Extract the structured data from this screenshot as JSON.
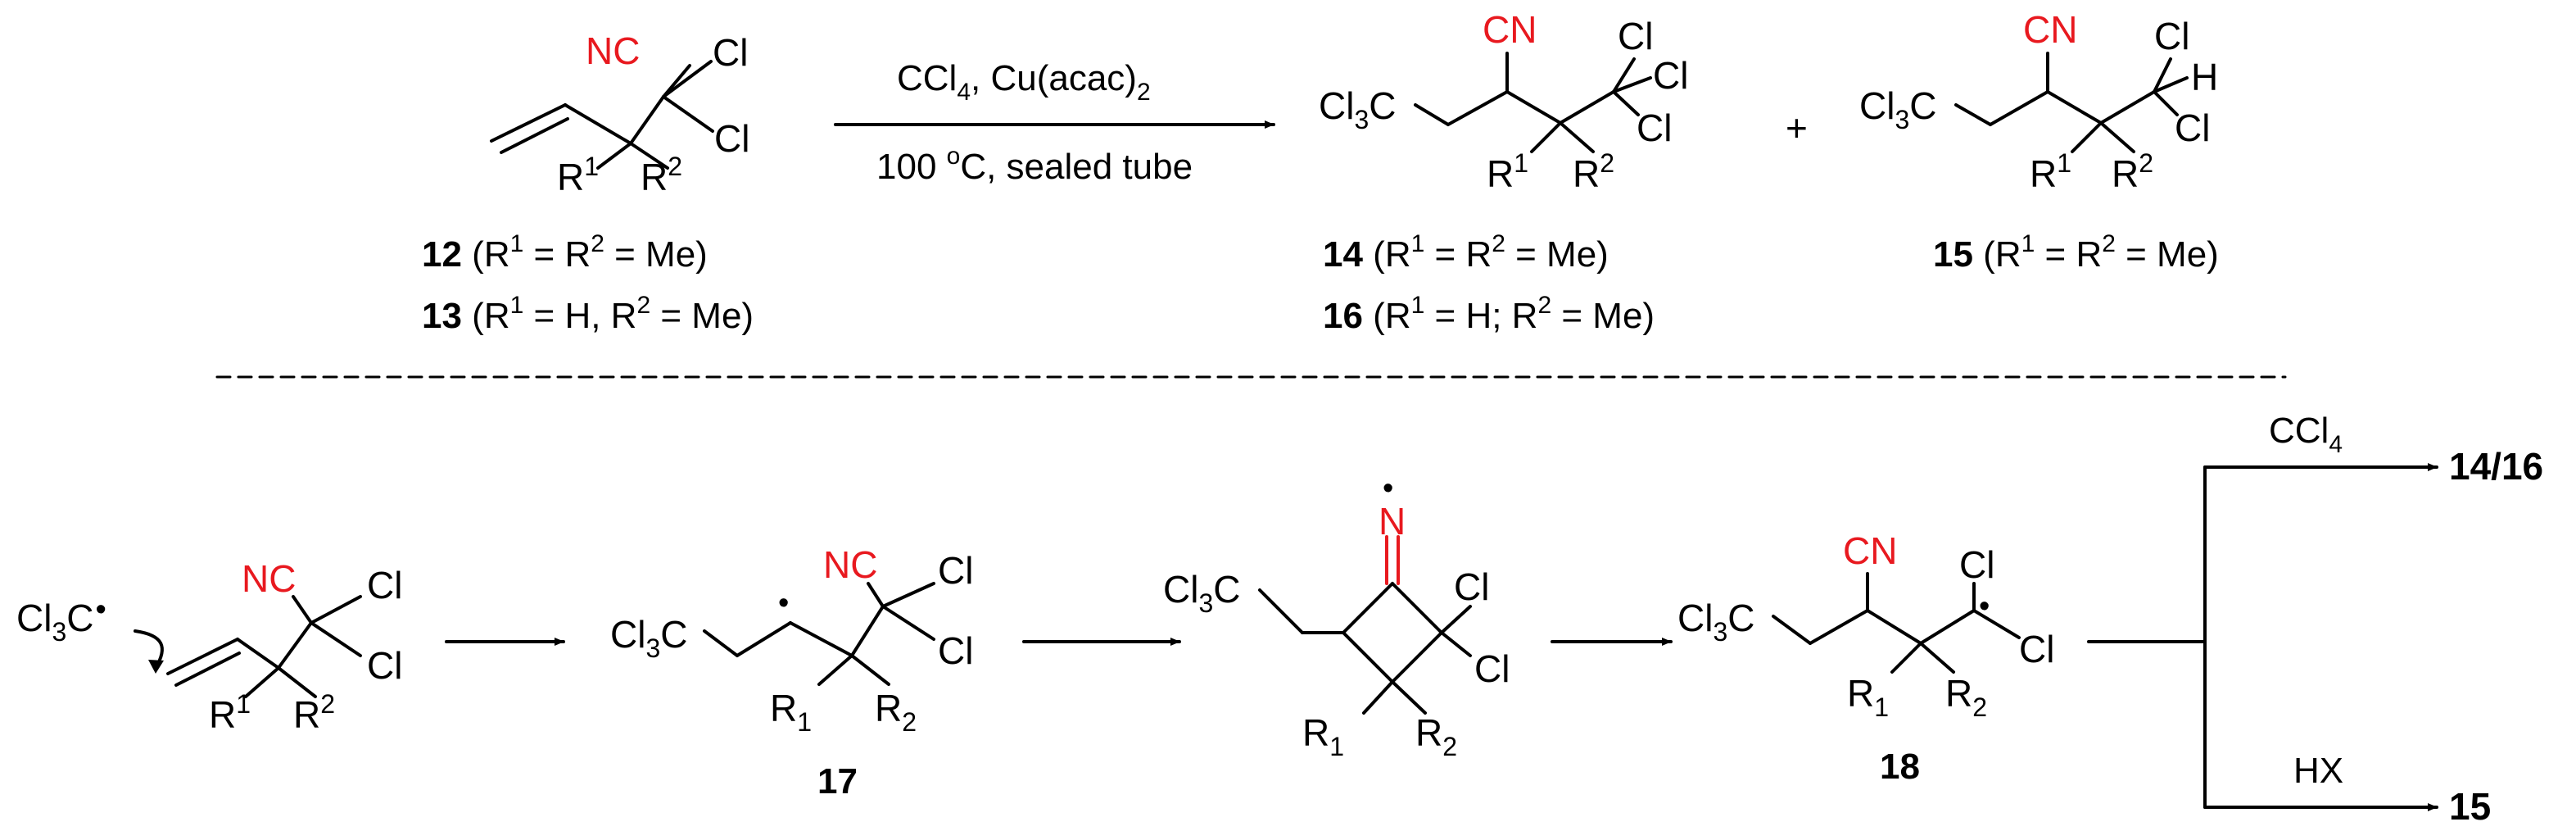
{
  "atoms": {
    "NC": "NC",
    "CN": "CN",
    "N": "N",
    "Cl": "Cl",
    "H": "H",
    "Cl3C": "Cl",
    "Cl3C_sub": "3",
    "Cl3C_tail": "C",
    "Cl3C_radical": "Cl",
    "R": "R",
    "sup1": "1",
    "sup2": "2",
    "sub1": "1",
    "sub2": "2",
    "radical_dot": "•"
  },
  "top_reaction": {
    "conditions_line1_a": "CCl",
    "conditions_line1_sub": "4",
    "conditions_line1_b": ", Cu(acac)",
    "conditions_line1_sub2": "2",
    "conditions_line2_a": "100 ",
    "conditions_line2_sup": "o",
    "conditions_line2_b": "C, sealed tube",
    "plus": "+"
  },
  "compound_labels": {
    "c12_num": "12",
    "c12_rest_a": " (R",
    "c12_rest_b": " = R",
    "c12_rest_c": " = Me)",
    "c13_num": "13",
    "c13_rest_a": " (R",
    "c13_rest_b": " = H, R",
    "c13_rest_c": " = Me)",
    "c14_num": "14",
    "c14_rest_a": " (R",
    "c14_rest_b": " = R",
    "c14_rest_c": " = Me)",
    "c16_num": "16",
    "c16_rest_a": " (R",
    "c16_rest_b": " = H; R",
    "c16_rest_c": " = Me)",
    "c15_num": "15",
    "c15_rest_a": " (R",
    "c15_rest_b": " = R",
    "c15_rest_c": " = Me)",
    "c17": "17",
    "c18": "18"
  },
  "mechanism": {
    "branch_top_reagent_a": "CCl",
    "branch_top_reagent_sub": "4",
    "branch_top_product": "14/16",
    "branch_bottom_reagent": "HX",
    "branch_bottom_product": "15"
  }
}
